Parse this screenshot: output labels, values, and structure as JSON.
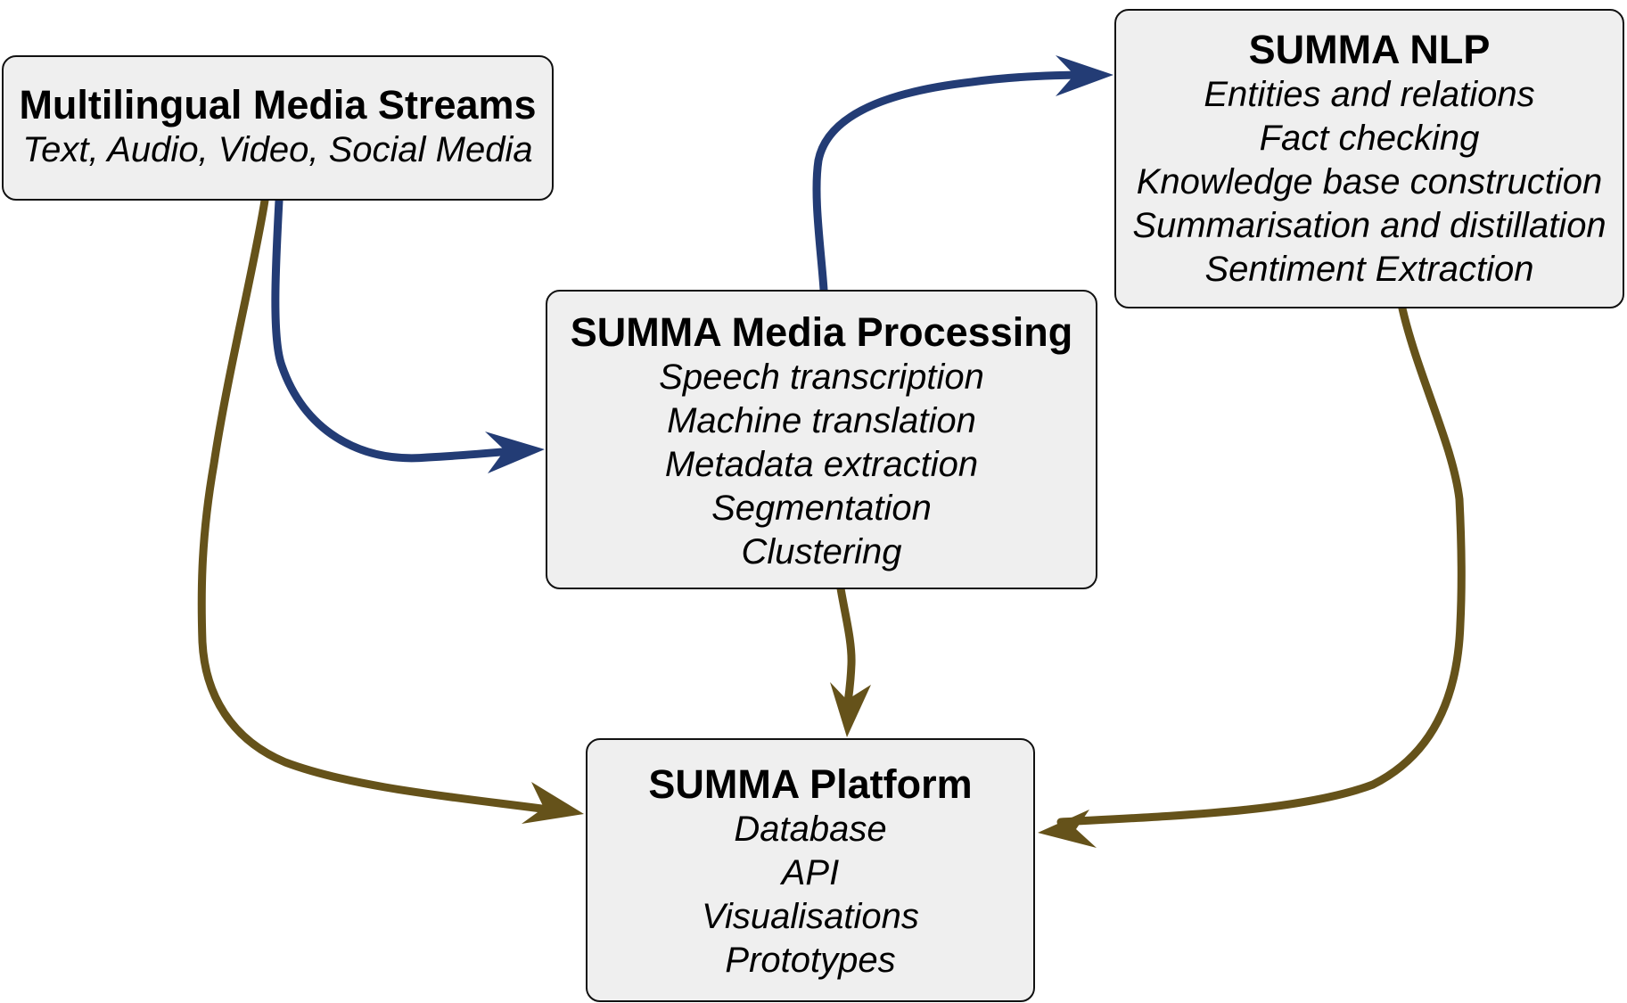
{
  "colors": {
    "blue_arrow": "#233c75",
    "brown_arrow": "#65521a",
    "box_fill": "#efefef",
    "box_border": "#111111"
  },
  "nodes": {
    "streams": {
      "title": "Multilingual Media Streams",
      "items": [
        "Text, Audio, Video, Social Media"
      ]
    },
    "media": {
      "title": "SUMMA Media Processing",
      "items": [
        "Speech transcription",
        "Machine translation",
        "Metadata extraction",
        "Segmentation",
        "Clustering"
      ]
    },
    "nlp": {
      "title": "SUMMA NLP",
      "items": [
        "Entities and relations",
        "Fact checking",
        "Knowledge base construction",
        "Summarisation and distillation",
        "Sentiment Extraction"
      ]
    },
    "platform": {
      "title": "SUMMA Platform",
      "items": [
        "Database",
        "API",
        "Visualisations",
        "Prototypes"
      ]
    }
  },
  "edges": [
    {
      "from": "streams",
      "to": "media",
      "color": "blue"
    },
    {
      "from": "media",
      "to": "nlp",
      "color": "blue"
    },
    {
      "from": "streams",
      "to": "platform",
      "color": "brown"
    },
    {
      "from": "media",
      "to": "platform",
      "color": "brown"
    },
    {
      "from": "nlp",
      "to": "platform",
      "color": "brown"
    }
  ]
}
